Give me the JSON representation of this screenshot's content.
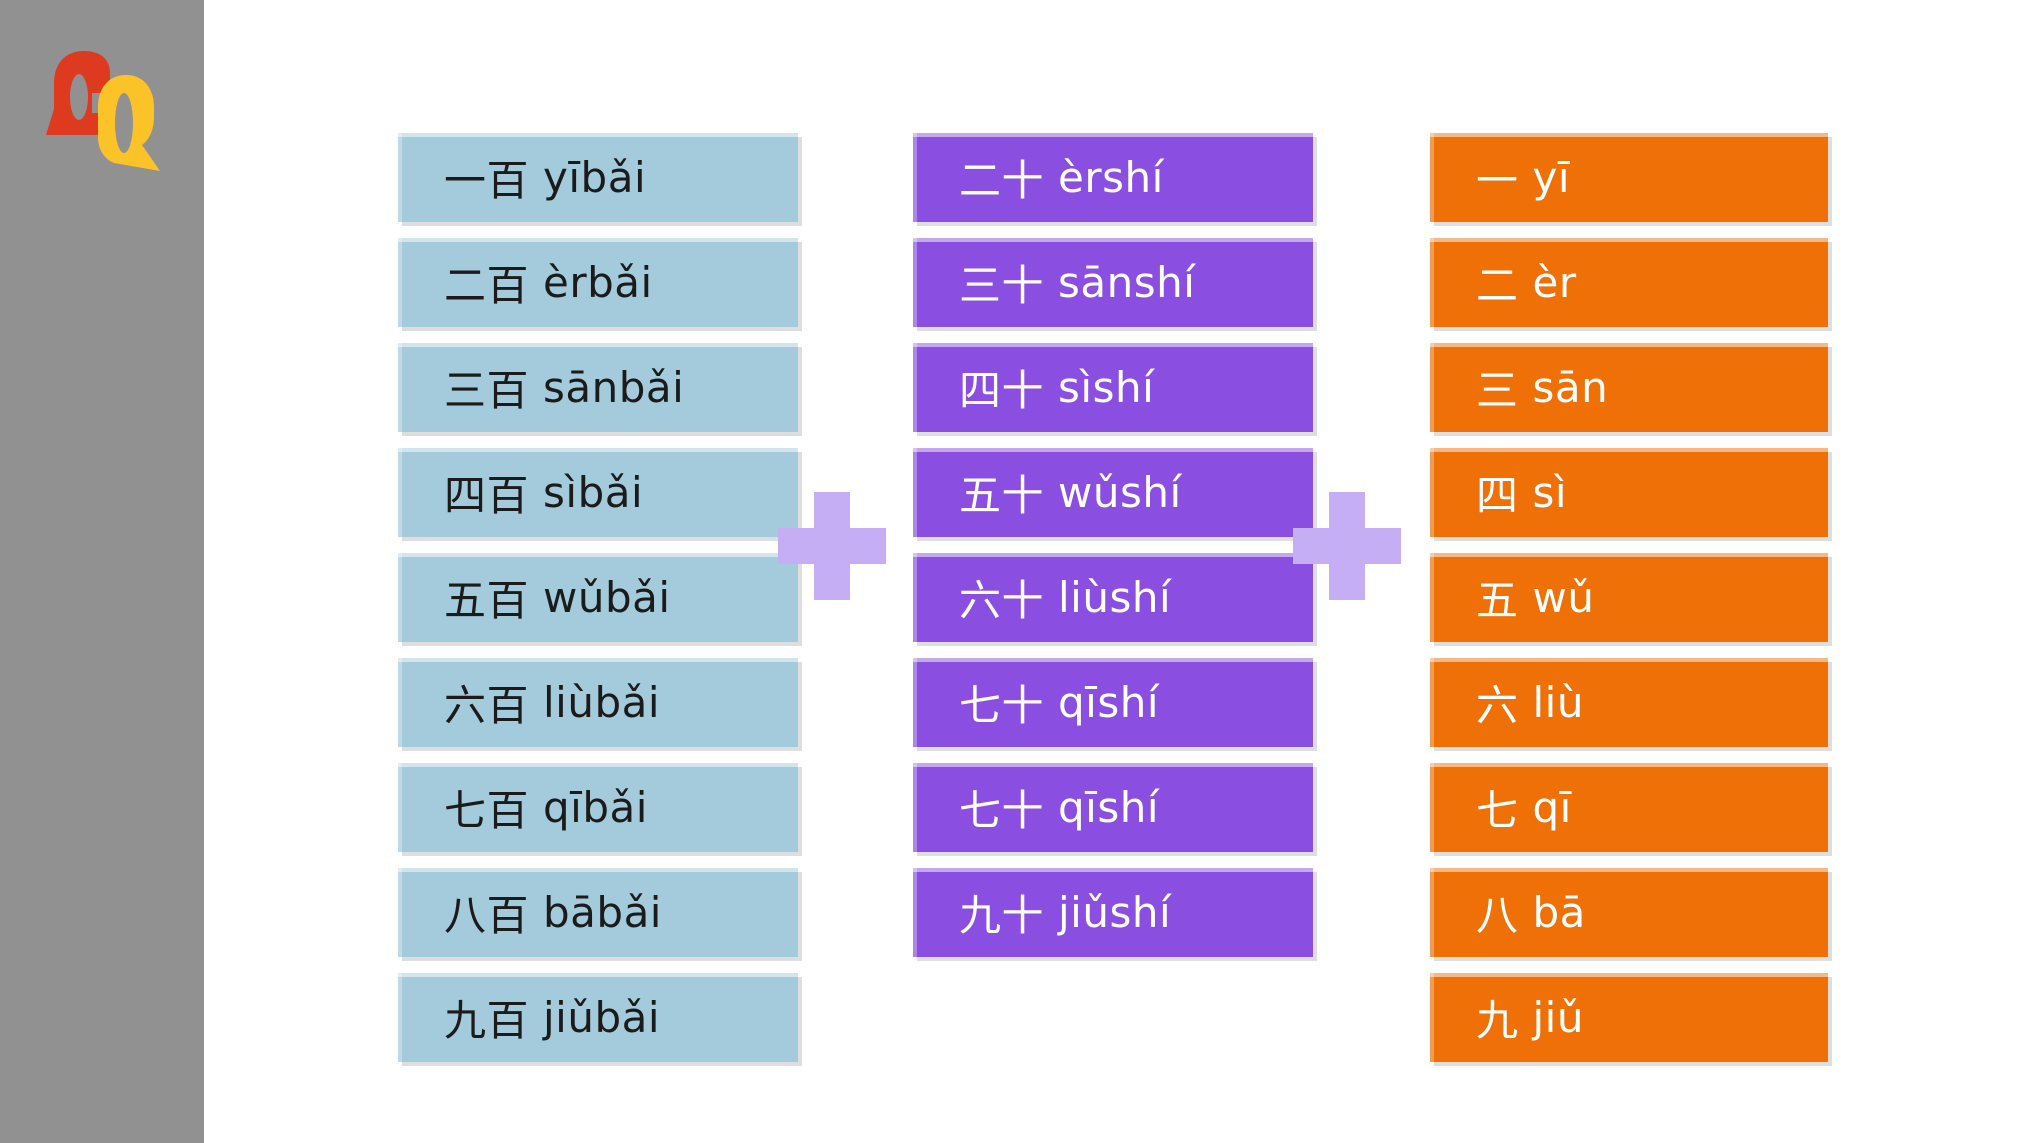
{
  "canvas": {
    "background_color": "#ffffff",
    "sidebar_color": "#919191"
  },
  "logo": {
    "description": "overlapping C and Q speech-bubble letters",
    "letter_c": "C",
    "letter_c_color": "#dd3a20",
    "letter_q": "Q",
    "letter_q_color": "#fcc328"
  },
  "plus_color": "#c5aef4",
  "operators": [
    {
      "symbol": "+"
    },
    {
      "symbol": "+"
    }
  ],
  "columns": [
    {
      "name": "hundreds",
      "bg": "#a4cbdb",
      "fg": "#1b1b1b",
      "items": [
        {
          "hanzi": "一百",
          "pinyin": "yībǎi"
        },
        {
          "hanzi": "二百",
          "pinyin": "èrbǎi"
        },
        {
          "hanzi": "三百",
          "pinyin": "sānbǎi"
        },
        {
          "hanzi": "四百",
          "pinyin": "sìbǎi"
        },
        {
          "hanzi": "五百",
          "pinyin": "wǔbǎi"
        },
        {
          "hanzi": "六百",
          "pinyin": "liùbǎi"
        },
        {
          "hanzi": "七百",
          "pinyin": "qībǎi"
        },
        {
          "hanzi": "八百",
          "pinyin": "bābǎi"
        },
        {
          "hanzi": "九百",
          "pinyin": "jiǔbǎi"
        }
      ]
    },
    {
      "name": "tens",
      "bg": "#8a4fe0",
      "fg": "#ffffff",
      "items": [
        {
          "hanzi": "二十",
          "pinyin": "èrshí"
        },
        {
          "hanzi": "三十",
          "pinyin": "sānshí"
        },
        {
          "hanzi": "四十",
          "pinyin": "sìshí"
        },
        {
          "hanzi": "五十",
          "pinyin": "wǔshí"
        },
        {
          "hanzi": "六十",
          "pinyin": "liùshí"
        },
        {
          "hanzi": "七十",
          "pinyin": "qīshí"
        },
        {
          "hanzi": "七十",
          "pinyin": "qīshí"
        },
        {
          "hanzi": "九十",
          "pinyin": "jiǔshí"
        }
      ]
    },
    {
      "name": "units",
      "bg": "#ee7006",
      "fg": "#ffffff",
      "items": [
        {
          "hanzi": "一",
          "pinyin": "yī"
        },
        {
          "hanzi": "二",
          "pinyin": "èr"
        },
        {
          "hanzi": "三",
          "pinyin": "sān"
        },
        {
          "hanzi": "四",
          "pinyin": "sì"
        },
        {
          "hanzi": "五",
          "pinyin": "wǔ"
        },
        {
          "hanzi": "六",
          "pinyin": "liù"
        },
        {
          "hanzi": "七",
          "pinyin": "qī"
        },
        {
          "hanzi": "八",
          "pinyin": "bā"
        },
        {
          "hanzi": "九",
          "pinyin": "jiǔ"
        }
      ]
    }
  ]
}
